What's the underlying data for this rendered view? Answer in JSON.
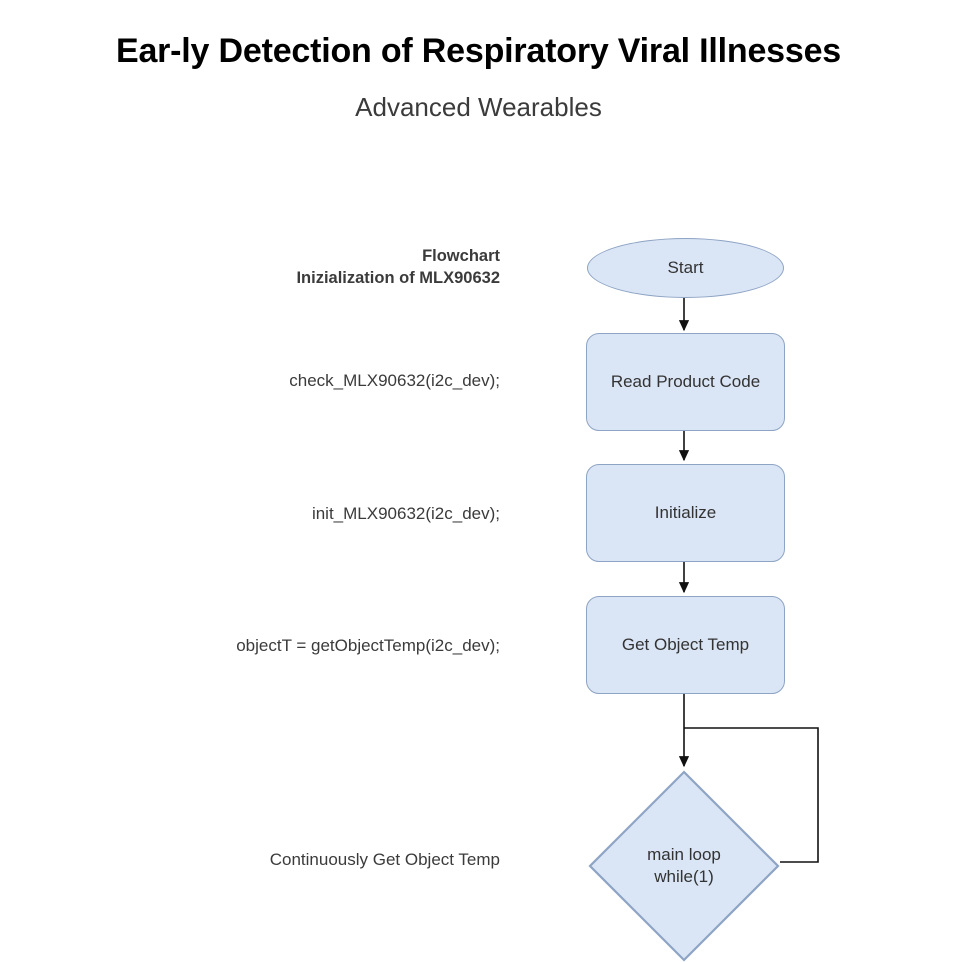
{
  "header": {
    "title": "Ear-ly Detection of Respiratory Viral Illnesses",
    "subtitle": "Advanced Wearables"
  },
  "colors": {
    "node_fill": "#dae5f5",
    "node_border": "#8ea4c4",
    "edge": "#111111",
    "text": "#333333",
    "background": "#ffffff"
  },
  "flowchart": {
    "nodes": [
      {
        "id": "start",
        "label": "Start",
        "shape": "ellipse"
      },
      {
        "id": "read_product",
        "label": "Read Product Code",
        "shape": "rounded-rect"
      },
      {
        "id": "initialize",
        "label": "Initialize",
        "shape": "rounded-rect"
      },
      {
        "id": "get_temp",
        "label": "Get Object Temp",
        "shape": "rounded-rect"
      },
      {
        "id": "main_loop",
        "label": "main loop\nwhile(1)",
        "shape": "diamond"
      }
    ],
    "annotations": [
      {
        "id": "title_note",
        "text": "Flowchart\nInizialization of MLX90632",
        "bold": true
      },
      {
        "id": "check_call",
        "text": "check_MLX90632(i2c_dev);",
        "bold": false
      },
      {
        "id": "init_call",
        "text": "init_MLX90632(i2c_dev);",
        "bold": false
      },
      {
        "id": "get_call",
        "text": "objectT = getObjectTemp(i2c_dev);",
        "bold": false
      },
      {
        "id": "loop_note",
        "text": "Continuously Get Object Temp",
        "bold": false
      }
    ]
  }
}
